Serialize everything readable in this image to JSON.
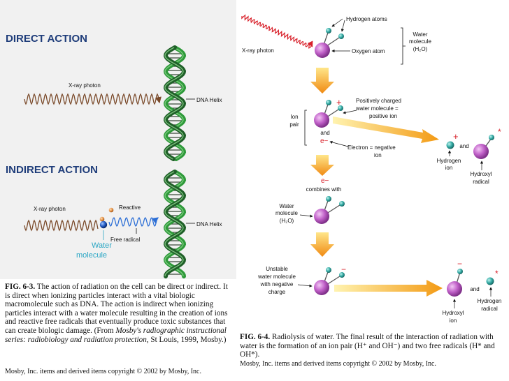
{
  "left": {
    "direct_title": "DIRECT ACTION",
    "indirect_title": "INDIRECT ACTION",
    "xray_photon": "X-ray photon",
    "dna_helix": "DNA Helix",
    "reactive": "Reactive",
    "free_radical": "Free radical",
    "water_line1": "Water",
    "water_line2": "molecule"
  },
  "right": {
    "hydrogen_atoms": "Hydrogen atoms",
    "water_molecule_1": "Water",
    "water_molecule_2": "molecule",
    "water_molecule_3": "(H₂O)",
    "xray_photon": "X-ray photon",
    "oxygen_atom": "Oxygen atom",
    "positively_charged_1": "Positively charged",
    "positively_charged_2": "water molecule =",
    "positively_charged_3": "positive ion",
    "ion_pair_1": "Ion",
    "ion_pair_2": "pair",
    "and": "and",
    "electron_symbol": "e−",
    "electron_1": "Electron = negative",
    "electron_2": "ion",
    "plus": "+",
    "minus": "−",
    "hydrogen_ion_1": "Hydrogen",
    "hydrogen_ion_2": "ion",
    "hydroxyl_radical_1": "Hydroxyl",
    "hydroxyl_radical_2": "radical",
    "combines_with": "combines with",
    "water_1": "Water",
    "water_2": "molecule",
    "water_3": "(H₂O)",
    "unstable_1": "Unstable",
    "unstable_2": "water molecule",
    "unstable_3": "with negative",
    "unstable_4": "charge",
    "hydroxyl_ion_1": "Hydroxyl",
    "hydroxyl_ion_2": "ion",
    "hydrogen_radical_1": "Hydrogen",
    "hydrogen_radical_2": "radical",
    "star": "*"
  },
  "caption_left": {
    "fig": "FIG. 6-3.",
    "text": " The action of radiation on the cell can be direct or indirect. It is direct when ionizing particles interact with a vital biologic macromolecule such as DNA. The action is indirect when ionizing particles interact with a water molecule resulting in the creation of ions and reactive free radicals that eventually produce toxic substances that can create biologic damage. (From ",
    "source": "Mosby's radiographic instructional series: radiobiology and radiation protection,",
    "end": " St Louis, 1999, Mosby.)",
    "copyright": "Mosby, Inc. items and derived items copyright © 2002 by Mosby, Inc."
  },
  "caption_right": {
    "fig": "FIG. 6-4.",
    "text": " Radiolysis of water. The final result of the interaction of radiation with water is the formation of an ion pair (H⁺ and OH⁻) and two free radicals (H* and OH*).",
    "copyright": "Mosby, Inc. items and derived items copyright © 2002 by Mosby, Inc."
  },
  "colors": {
    "left_bg": "#f1f1f1",
    "title_blue": "#1f3d7a",
    "helix_green": "#2e9a3a",
    "helix_dark": "#1f5f28",
    "photon_brown": "#7a4a2a",
    "free_radical_blue": "#2d6fd6",
    "water_cyan": "#2aa6c4",
    "molecule_purple": "#c060c8",
    "hydrogen_teal": "#2fa7a1",
    "arrow_orange": "#f3a01c",
    "arrow_yellow": "#ffd84a",
    "photon_red": "#d8202a"
  }
}
